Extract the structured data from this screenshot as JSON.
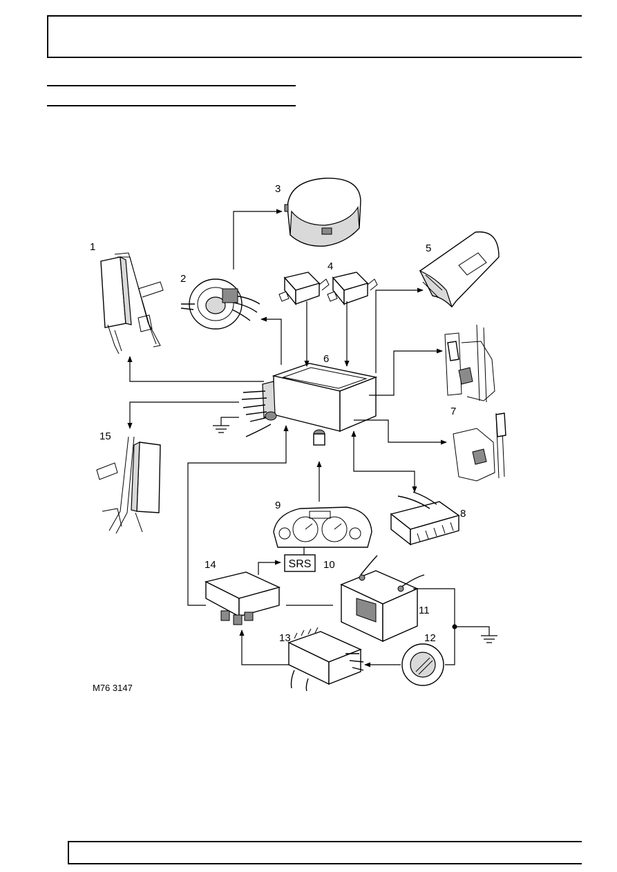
{
  "diagram": {
    "callouts": [
      {
        "id": "c1",
        "text": "1",
        "component": "side-airbag-module-front-right"
      },
      {
        "id": "c2",
        "text": "2",
        "component": "rotary-coupler"
      },
      {
        "id": "c3",
        "text": "3",
        "component": "drivers-airbag-module"
      },
      {
        "id": "c4",
        "text": "4",
        "component": "side-impact-sensors"
      },
      {
        "id": "c5",
        "text": "5",
        "component": "passenger-airbag-module"
      },
      {
        "id": "c6",
        "text": "6",
        "component": "srs-dcu"
      },
      {
        "id": "c7",
        "text": "7",
        "component": "seat-belt-pretensioners"
      },
      {
        "id": "c8",
        "text": "8",
        "component": "diagnostic-socket"
      },
      {
        "id": "c9",
        "text": "9",
        "component": "instrument-pack"
      },
      {
        "id": "c10",
        "text": "10",
        "component": "srs-warning-lamp"
      },
      {
        "id": "c11",
        "text": "11",
        "component": "battery"
      },
      {
        "id": "c12",
        "text": "12",
        "component": "ignition-switch"
      },
      {
        "id": "c13",
        "text": "13",
        "component": "body-control-unit"
      },
      {
        "id": "c14",
        "text": "14",
        "component": "fuse-box"
      },
      {
        "id": "c15",
        "text": "15",
        "component": "side-airbag-module-front-left"
      }
    ],
    "warning_lamp_text": "SRS",
    "figure_reference": "M76 3147"
  }
}
